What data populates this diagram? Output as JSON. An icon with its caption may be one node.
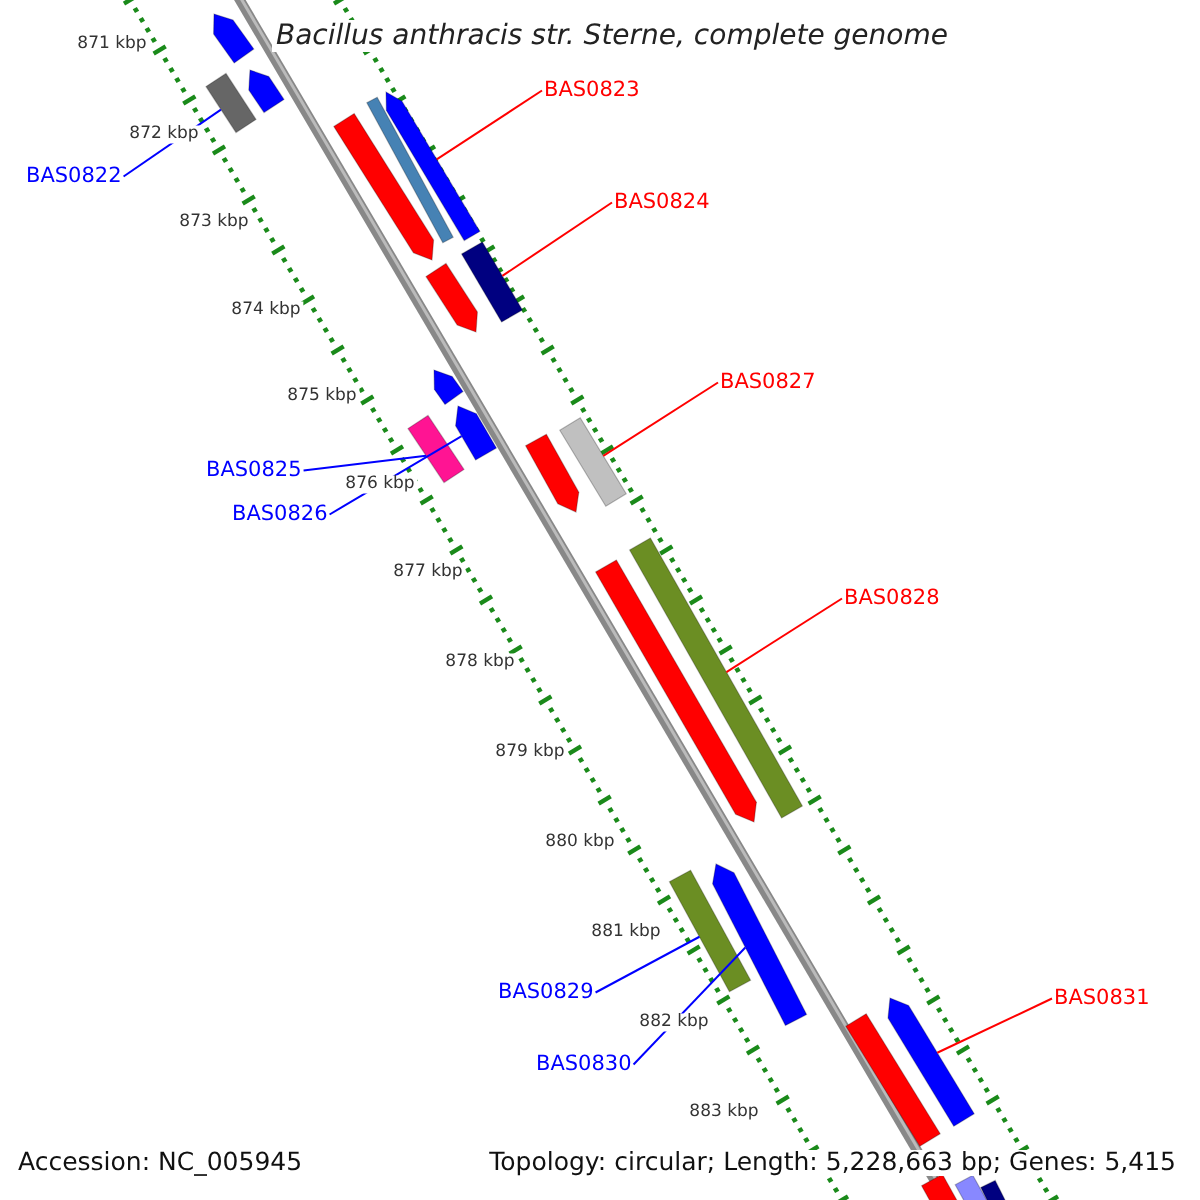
{
  "diagram": {
    "title": "Bacillus anthracis str. Sterne, complete genome",
    "nodes": [
      {
        "text": [
          "BAS0822"
        ]
      },
      {
        "text": [],
        "shape": "bar"
      },
      {
        "text": [
          "BAS0823"
        ]
      },
      {
        "text": [],
        "shape": "bar"
      },
      {
        "text": [
          "BAS0824"
        ]
      },
      {
        "text": [],
        "shape": "bar"
      },
      {
        "text": [
          "BAS0825"
        ]
      },
      {
        "text": [],
        "shape": "bar"
      },
      {
        "text": [
          "BAS0826"
        ]
      },
      {
        "text": [],
        "shape": "bar"
      },
      {
        "text": [
          "BAS0827"
        ]
      },
      {
        "text": [],
        "shape": "bar"
      },
      {
        "text": [
          "BAS0828"
        ]
      },
      {
        "text": [],
        "shape": "bar"
      },
      {
        "text": [
          "BAS0829"
        ]
      },
      {
        "text": [],
        "shape": "bar"
      },
      {
        "text": [
          "BAS0830"
        ]
      },
      {
        "text": [],
        "shape": "bar"
      },
      {
        "text": [
          "BAS0831"
        ]
      },
      {
        "text": [],
        "shape": "bar"
      },
      {
        "text": [],
        "shape": "bar"
      },
      {
        "text": [],
        "shape": "bar"
      },
      {
        "text": [],
        "shape": "bar"
      },
      {
        "text": [],
        "shape": "bar"
      },
      {
        "text": [],
        "shape": "bar"
      },
      {
        "text": [],
        "shape": "bar"
      },
      {
        "text": [],
        "shape": "bar"
      },
      {
        "text": [],
        "shape": "bar"
      },
      {
        "text": [],
        "shape": "bar"
      },
      {
        "text": [],
        "shape": "bar"
      },
      {
        "text": [],
        "shape": "bar"
      },
      {
        "text": [],
        "shape": "bar"
      }
    ],
    "edges": [
      {
        "from": 0,
        "to": 1,
        "arrow": "none",
        "color": "#0000ff"
      },
      {
        "from": 2,
        "to": 3,
        "arrow": "none",
        "color": "#ff0000"
      },
      {
        "from": 4,
        "to": 5,
        "arrow": "none",
        "color": "#ff0000"
      },
      {
        "from": 6,
        "to": 7,
        "arrow": "none",
        "color": "#0000ff"
      },
      {
        "from": 8,
        "to": 9,
        "arrow": "none",
        "color": "#0000ff"
      },
      {
        "from": 10,
        "to": 11,
        "arrow": "none",
        "color": "#ff0000"
      },
      {
        "from": 12,
        "to": 13,
        "arrow": "none",
        "color": "#ff0000"
      },
      {
        "from": 14,
        "to": 15,
        "arrow": "none",
        "color": "#0000ff"
      },
      {
        "from": 16,
        "to": 17,
        "arrow": "none",
        "color": "#0000ff"
      },
      {
        "from": 18,
        "to": 19,
        "arrow": "none",
        "color": "#ff0000"
      }
    ],
    "labels": [
      "871 kbp",
      "872 kbp",
      "873 kbp",
      "874 kbp",
      "875 kbp",
      "876 kbp",
      "877 kbp",
      "878 kbp",
      "879 kbp",
      "880 kbp",
      "881 kbp",
      "882 kbp",
      "883 kbp",
      "Accession: NC_005945",
      "Topology: circular; Length: 5,228,663 bp; Genes: 5,415"
    ]
  }
}
